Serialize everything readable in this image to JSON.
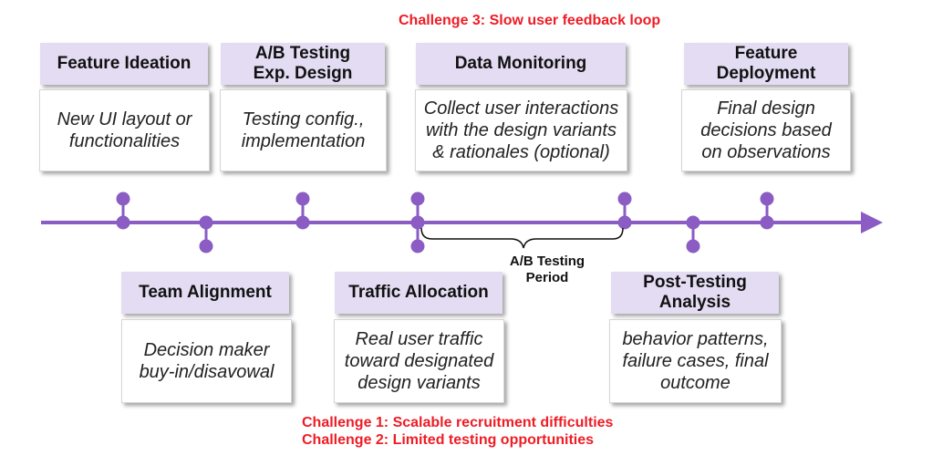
{
  "challenges": {
    "c3": "Challenge 3: Slow user feedback loop",
    "c1": "Challenge 1: Scalable recruitment difficulties",
    "c2": "Challenge 2: Limited testing opportunities"
  },
  "stages_top": [
    {
      "title": "Feature Ideation",
      "desc": "New UI layout or\nfunctionalities"
    },
    {
      "title": "A/B Testing\nExp. Design",
      "desc": "Testing config.,\nimplementation"
    },
    {
      "title": "Data Monitoring",
      "desc": "Collect user interactions\nwith the design variants\n& rationales (optional)"
    },
    {
      "title": "Feature\nDeployment",
      "desc": "Final design\ndecisions based\non observations"
    }
  ],
  "stages_bottom": [
    {
      "title": "Team Alignment",
      "desc": "Decision maker\nbuy-in/disavowal"
    },
    {
      "title": "Traffic Allocation",
      "desc": "Real user traffic\ntoward designated\ndesign variants"
    },
    {
      "title": "Post-Testing\nAnalysis",
      "desc": "behavior patterns,\nfailure cases, final\noutcome"
    }
  ],
  "period_label": "A/B Testing\nPeriod",
  "colors": {
    "timeline": "#8a5cc4",
    "title_fill": "#e4dcf3",
    "challenge": "#ee1c25"
  }
}
